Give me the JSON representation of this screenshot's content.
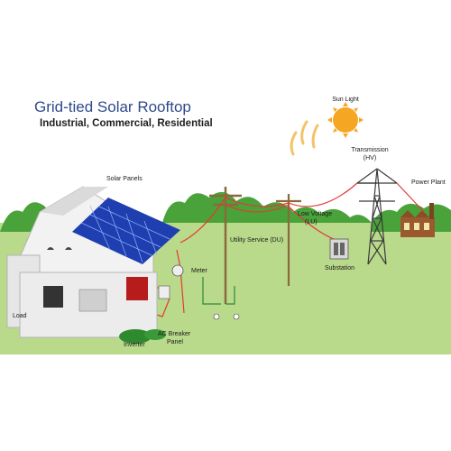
{
  "diagram": {
    "title": "Grid-tied Solar Rooftop",
    "subtitle": "Industrial, Commercial, Residential"
  },
  "labels": {
    "sun_light": "Sun Light",
    "transmission": "Transmission",
    "hv": "(HV)",
    "power_plant": "Power Plant",
    "solar_panels": "Solar Panels",
    "low_voltage": "Low Voltage",
    "lu": "(LU)",
    "utility_service": "Utility Service (DU)",
    "substation": "Substation",
    "meter": "Meter",
    "load": "Load",
    "ac_breaker_panel_1": "AC Breaker",
    "ac_breaker_panel_2": "Panel",
    "inverter": "Inverter"
  },
  "colors": {
    "title": "#2f4a8c",
    "sky": "#ffffff",
    "grass": "#b8d98a",
    "trees": "#4aa23a",
    "solar_panel": "#1f3fb0",
    "sun": "#f5a623",
    "wire": "#e53935",
    "house": "#f2f2f2"
  }
}
